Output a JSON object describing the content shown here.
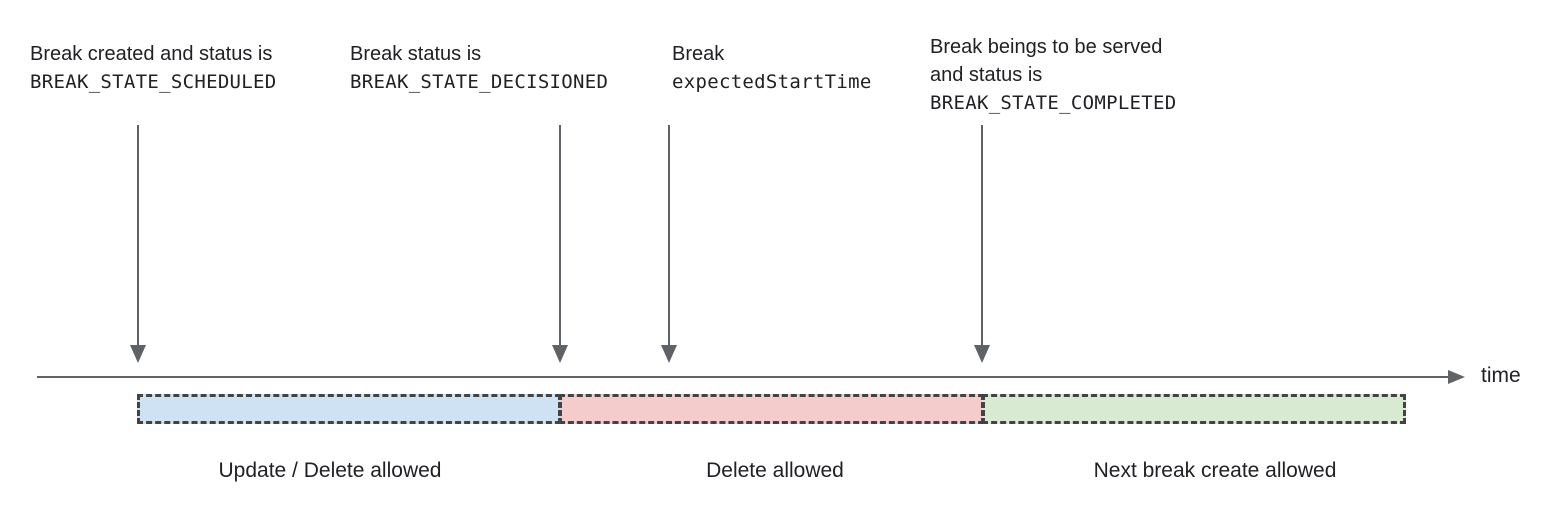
{
  "annotations": {
    "scheduled": {
      "line1": "Break created and status is",
      "code": "BREAK_STATE_SCHEDULED"
    },
    "decisioned": {
      "line1": "Break status is",
      "code": "BREAK_STATE_DECISIONED"
    },
    "expected_start": {
      "line1": "Break",
      "code": "expectedStartTime"
    },
    "completed": {
      "line1": "Break beings to be served",
      "line2": "and status is",
      "code": "BREAK_STATE_COMPLETED"
    }
  },
  "axis": {
    "label": "time"
  },
  "segments": {
    "update_delete": {
      "label": "Update / Delete allowed",
      "fill": "#cfe2f3"
    },
    "delete": {
      "label": "Delete allowed",
      "fill": "#f4cccc"
    },
    "next_create": {
      "label": "Next break create allowed",
      "fill": "#d9ead3"
    }
  },
  "colors": {
    "arrow": "#5f6368",
    "segment_border": "#434343",
    "text": "#202124"
  }
}
